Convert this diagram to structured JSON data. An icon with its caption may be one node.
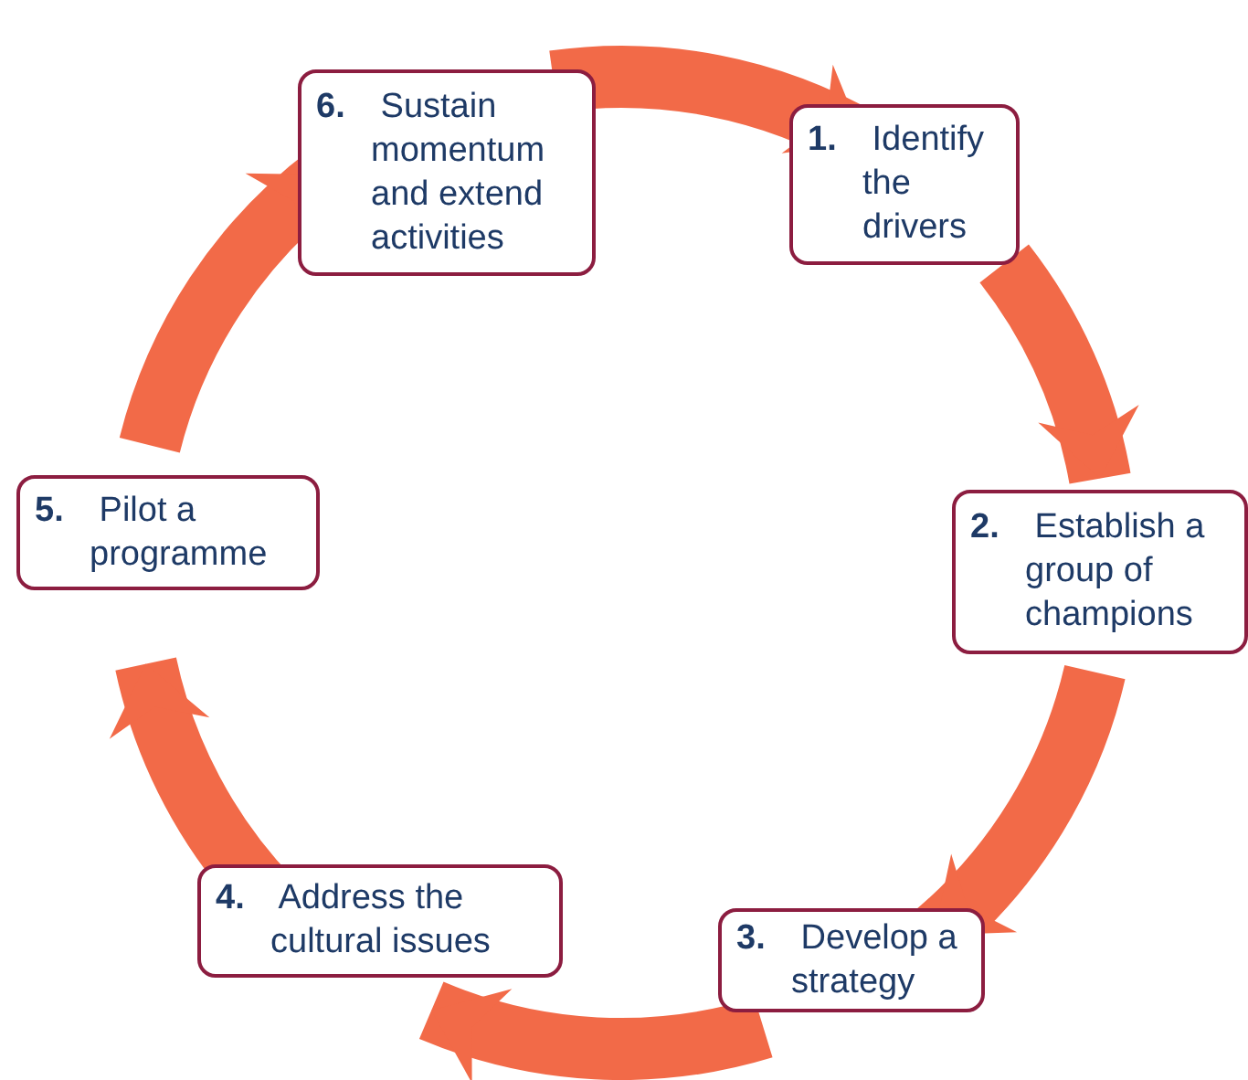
{
  "diagram": {
    "nodes": [
      {
        "text": [
          "**1.** Identify the drivers"
        ]
      },
      {
        "text": [
          "**2.** Establish a group of champions"
        ]
      },
      {
        "text": [
          "**3.** Develop a strategy"
        ]
      },
      {
        "text": [
          "**4.** Address the cultural issues"
        ]
      },
      {
        "text": [
          "**5.** Pilot a programme"
        ]
      },
      {
        "text": [
          "**6.** Sustain momentum and extend activities"
        ]
      }
    ],
    "edges": [
      {
        "from": 0,
        "to": 1,
        "arrow": "to"
      },
      {
        "from": 1,
        "to": 2,
        "arrow": "to"
      },
      {
        "from": 2,
        "to": 3,
        "arrow": "to"
      },
      {
        "from": 3,
        "to": 4,
        "arrow": "to"
      },
      {
        "from": 4,
        "to": 5,
        "arrow": "to"
      },
      {
        "from": 5,
        "to": 0,
        "arrow": "to"
      }
    ]
  }
}
